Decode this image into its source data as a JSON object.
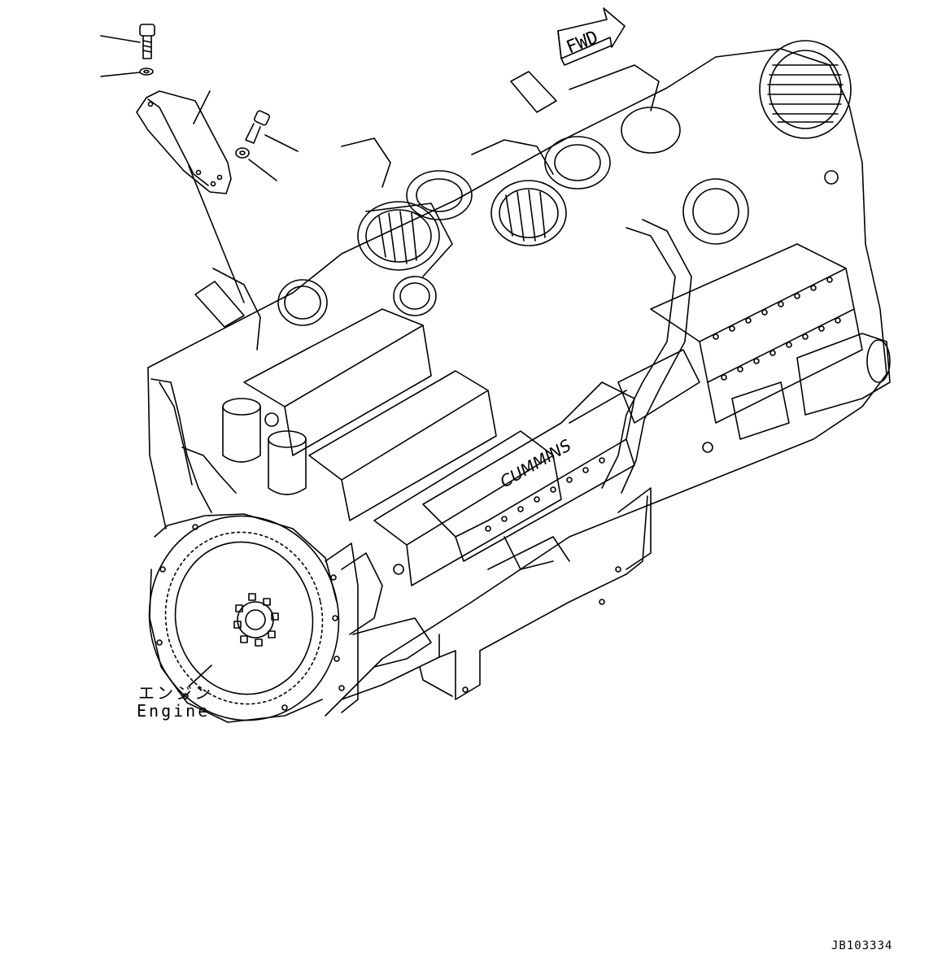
{
  "diagram": {
    "fwd_label": "FWD",
    "engine_label_ja": "エンジン",
    "engine_label_en": "Engine",
    "drawing_number": "JB103334"
  },
  "colors": {
    "line": "#000000",
    "background": "#ffffff"
  }
}
